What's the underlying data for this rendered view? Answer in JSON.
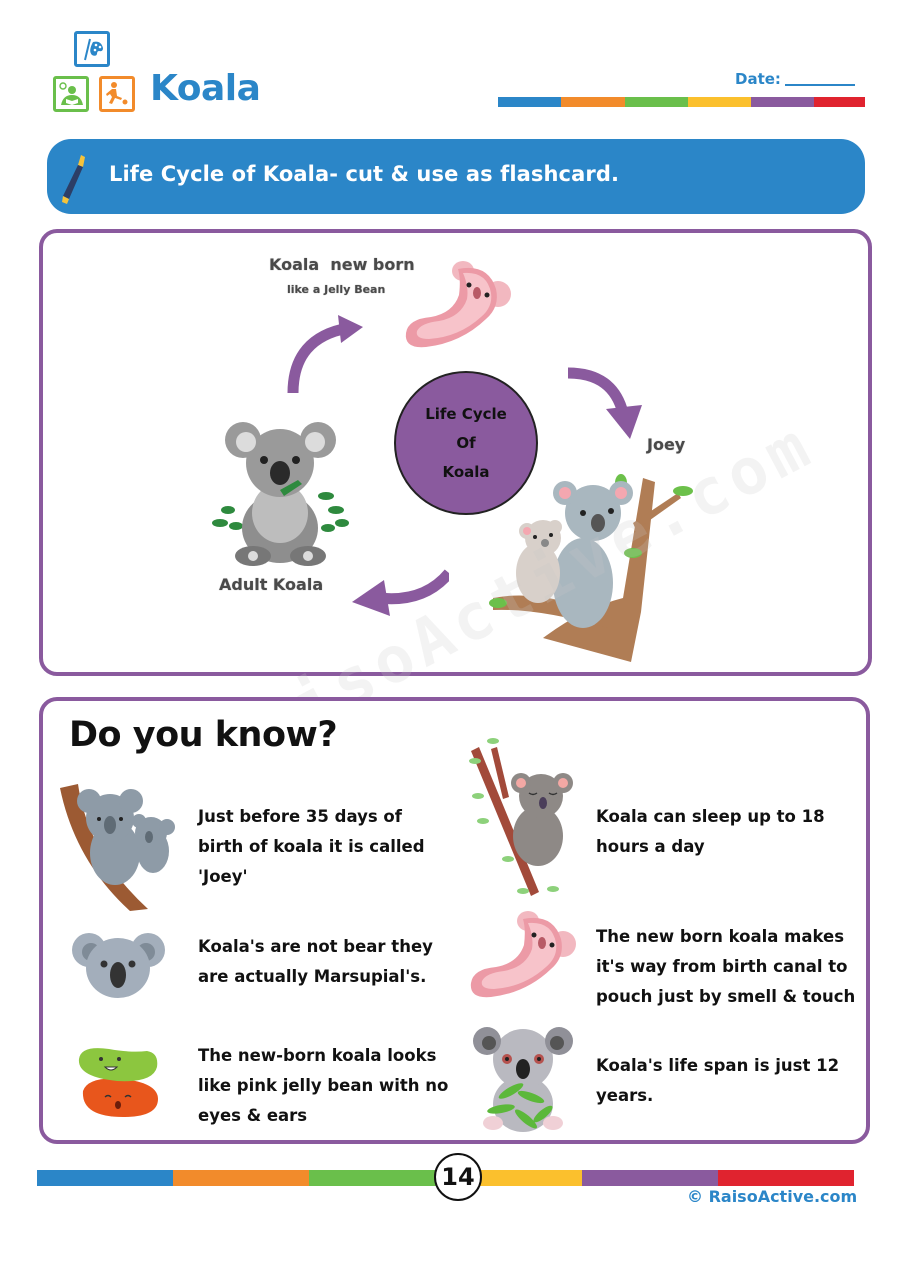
{
  "header": {
    "title": "Koala",
    "date_label": "Date:",
    "logo_icons": [
      "palette-icon",
      "reading-child-icon",
      "running-child-icon"
    ]
  },
  "colors": {
    "blue": "#2b86c8",
    "orange": "#f28b2b",
    "green": "#6abf4b",
    "yellow": "#fbc02d",
    "purple": "#8a5a9e",
    "red": "#e0232f"
  },
  "banner": {
    "icon": "marker-pen-icon",
    "text": "Life Cycle of Koala- cut & use as flashcard."
  },
  "life_cycle": {
    "center": [
      "Life Cycle",
      "Of",
      "Koala"
    ],
    "stages": [
      {
        "label": "Koala  new born",
        "sublabel": "like a Jelly Bean",
        "icon": "jelly-bean-newborn-icon"
      },
      {
        "label": "Joey",
        "icon": "mother-koala-with-joey-icon"
      },
      {
        "label": "Adult Koala",
        "icon": "adult-koala-icon"
      }
    ],
    "watermark": "RaisoActive.com"
  },
  "facts": {
    "title": "Do you know?",
    "items": [
      {
        "icon": "koala-with-joey-on-tree-icon",
        "text": "Just before 35 days of birth of koala it is called 'Joey'"
      },
      {
        "icon": "sleeping-koala-on-tree-icon",
        "text": "Koala can sleep up to 18 hours a day"
      },
      {
        "icon": "koala-face-icon",
        "text": "Koala's are not bear they are actually Marsupial's."
      },
      {
        "icon": "pink-jelly-bean-icon",
        "text": "The new born koala makes it's way from birth canal to pouch just by smell & touch"
      },
      {
        "icon": "jelly-beans-icon",
        "text": "The new-born koala looks like pink jelly bean with no eyes & ears"
      },
      {
        "icon": "koala-eating-leaves-icon",
        "text": "Koala's life span is just 12 years."
      }
    ]
  },
  "footer": {
    "page_number": "14",
    "copyright": "© RaisoActive.com"
  }
}
